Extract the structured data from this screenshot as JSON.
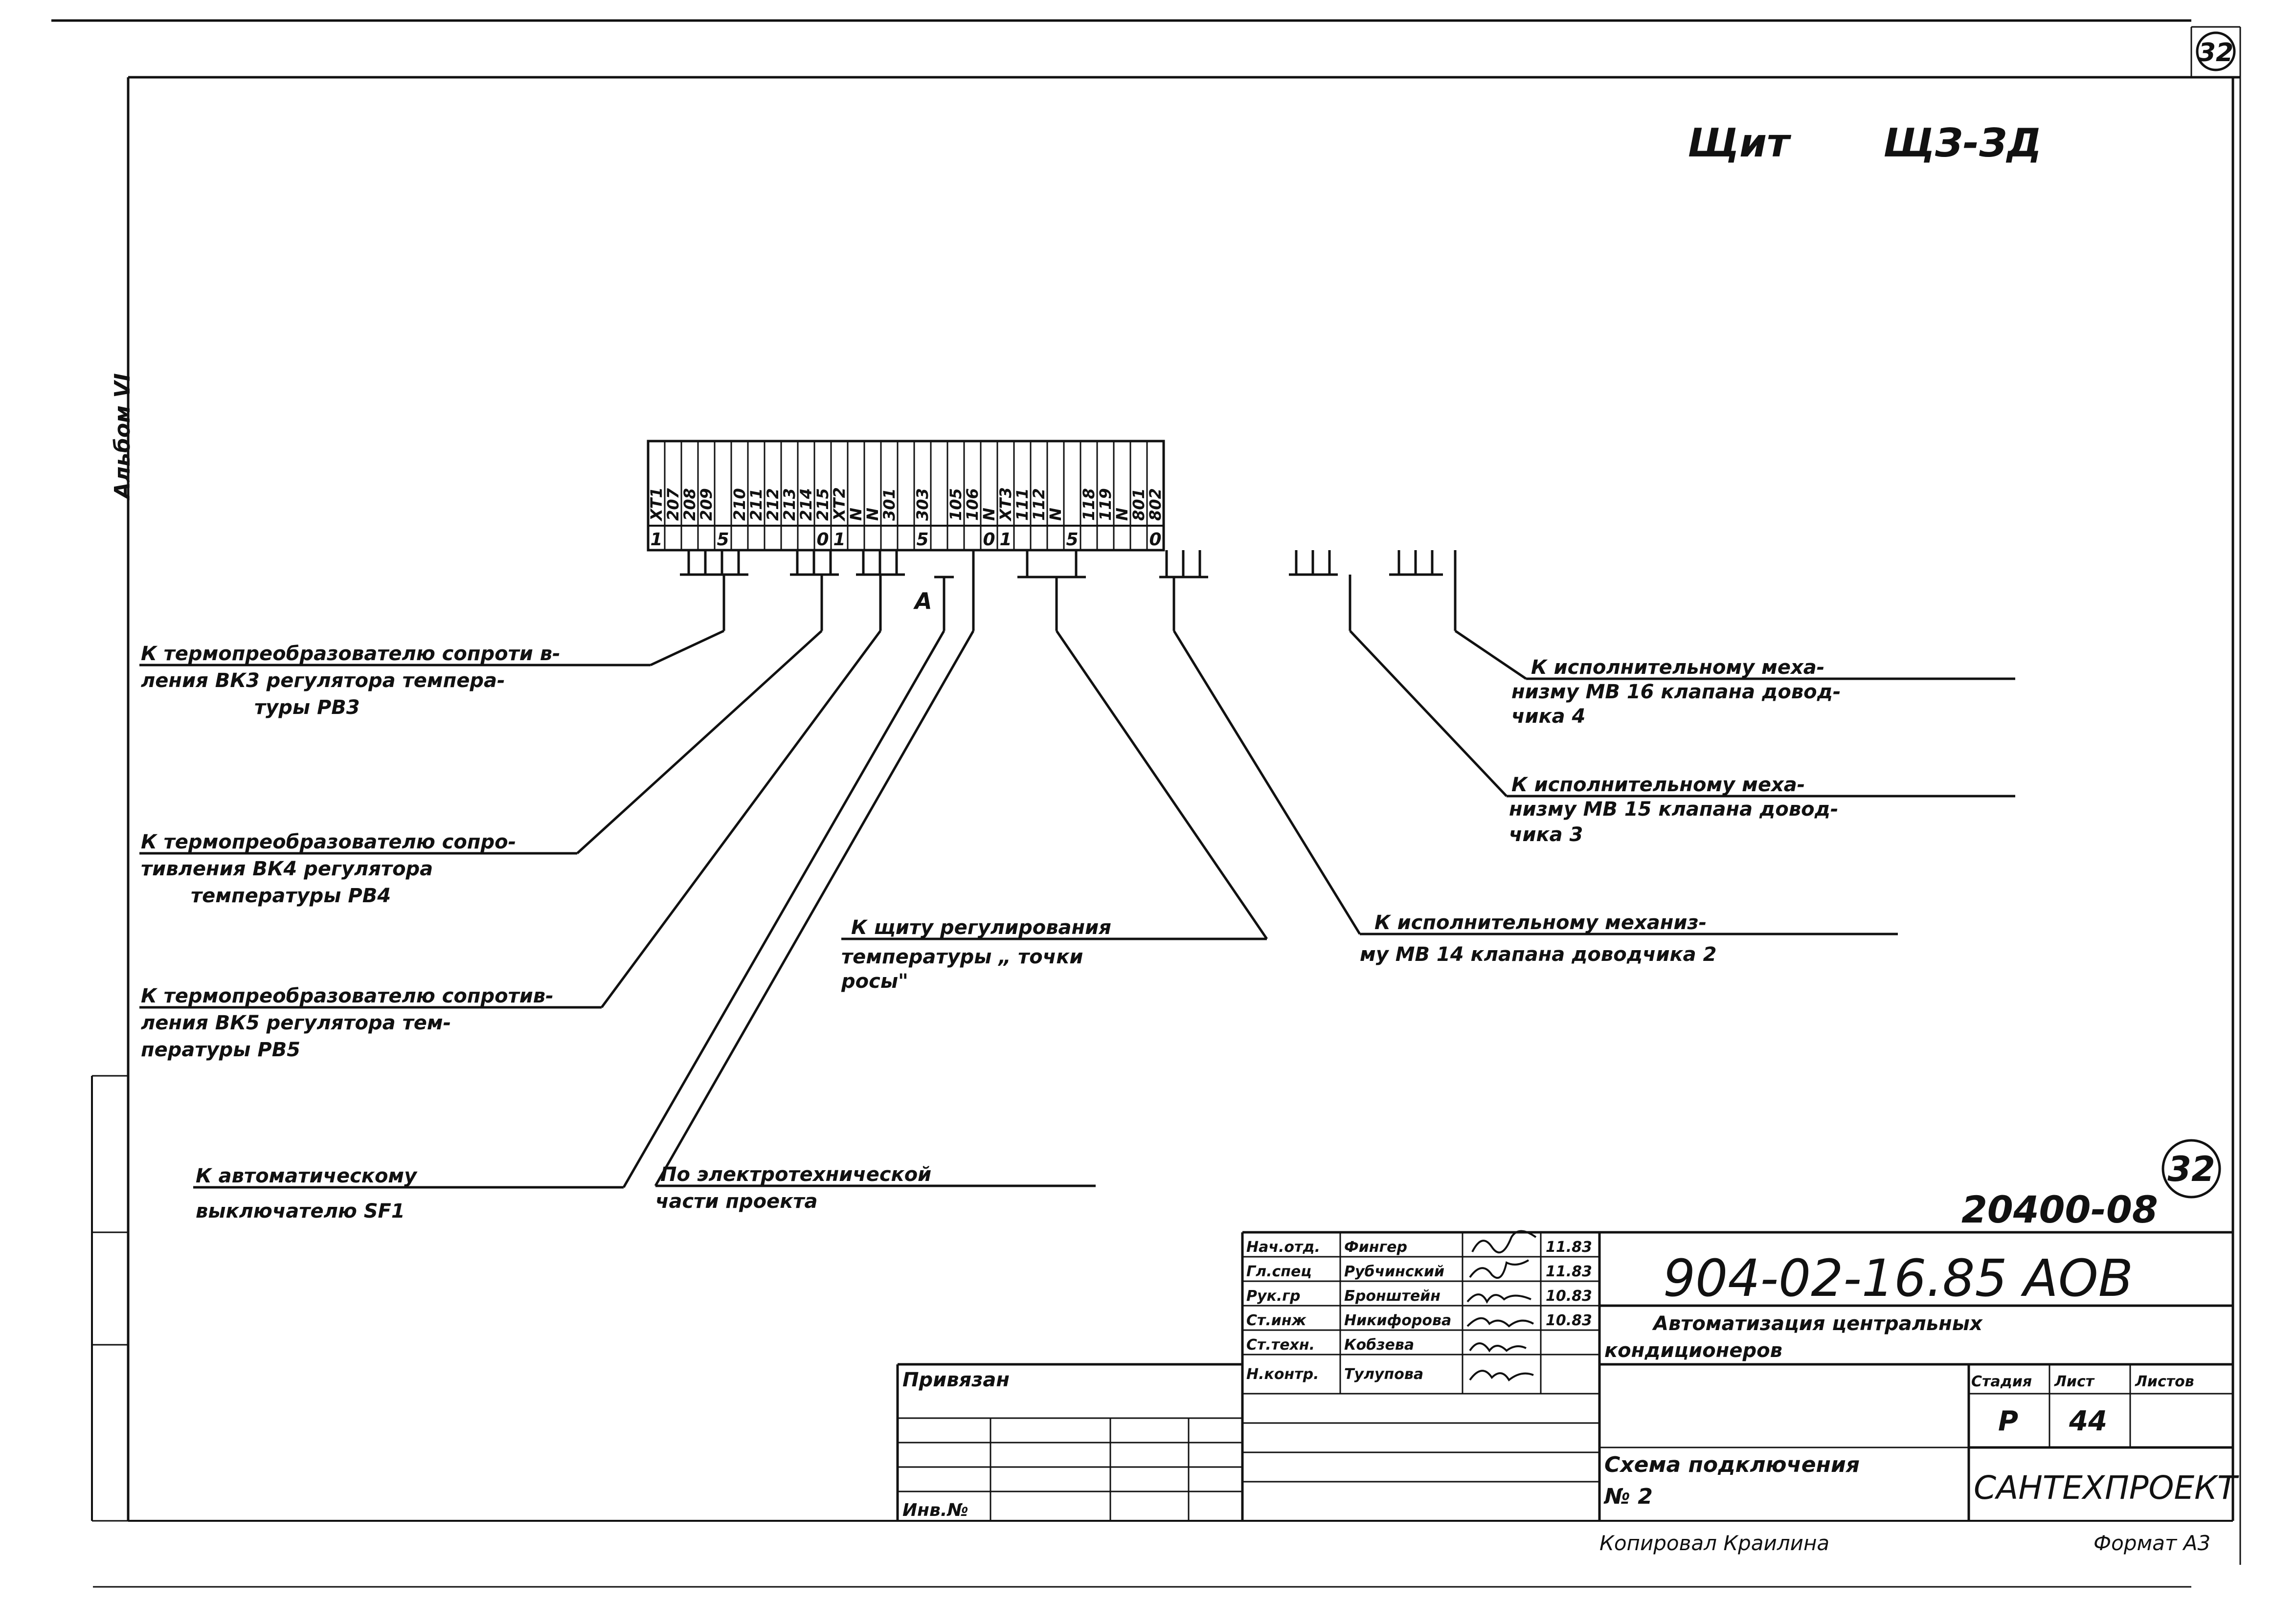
{
  "side_label": "Альбом VI",
  "sheet_no_top": "32",
  "sheet_no_circle": "32",
  "panel": {
    "label": "Щит",
    "code": "ЩЗ-ЗД"
  },
  "terminal_block": {
    "top_labels": [
      "ХТ1",
      "207",
      "208",
      "209",
      "",
      "210",
      "211",
      "212",
      "213",
      "214",
      "215",
      "ХТ2",
      "N",
      "N",
      "301",
      "",
      "303",
      "",
      "105",
      "106",
      "N",
      "ХТ3",
      "111",
      "112",
      "N",
      "",
      "118",
      "119",
      "N",
      "801",
      "802"
    ],
    "bottom_marks": [
      "1",
      "",
      "",
      "",
      "5",
      "",
      "",
      "",
      "",
      "",
      "0",
      "1",
      "",
      "",
      "",
      "",
      "5",
      "",
      "",
      "",
      "0",
      "1",
      "",
      "",
      "",
      "5",
      "",
      "",
      "",
      "",
      "0"
    ]
  },
  "marker_A": "А",
  "connections": [
    {
      "id": "vk3",
      "lines": [
        "К термопреобразователю сопроти в-",
        "ления ВК3  регулятора  темпера-",
        "туры  РВ3"
      ]
    },
    {
      "id": "vk4",
      "lines": [
        "К термопреобразователю сопро-",
        "тивления ВК4  регулятора",
        "температуры  РВ4"
      ]
    },
    {
      "id": "vk5",
      "lines": [
        "К термопреобразователю сопротив-",
        "ления ВК5 регулятора  тем-",
        "пературы  РВ5"
      ]
    },
    {
      "id": "sf1",
      "lines": [
        "К автоматическому",
        "выключателю  SF1"
      ]
    },
    {
      "id": "electro",
      "lines": [
        "По электротехнической",
        "части  проекта"
      ]
    },
    {
      "id": "dew",
      "lines": [
        "К щиту  регулирования",
        "температуры  „ точки",
        "росы\""
      ]
    },
    {
      "id": "mv14",
      "lines": [
        "К исполнительному  механиз-",
        "му  МВ 14 клапана доводчика  2"
      ]
    },
    {
      "id": "mv15",
      "lines": [
        "К исполнительному  меха-",
        "низму  МВ 15  клапана  довод-",
        "чика  3"
      ]
    },
    {
      "id": "mv16",
      "lines": [
        "К исполнительному  меха-",
        "низму  МВ 16  клапана  довод-",
        "чика  4"
      ]
    }
  ],
  "doc_number": "20400-08",
  "title_block": {
    "code": "904-02-16.85  АОВ",
    "project_title_1": "Автоматизация  центральных",
    "project_title_2": "кондиционеров",
    "drawing_title_1": "Схема  подключения",
    "drawing_title_2": "№ 2",
    "organization": "САНТЕХПРОЕКТ",
    "stage_header": "Стадия",
    "sheet_header": "Лист",
    "sheets_header": "Листов",
    "stage": "Р",
    "sheet": "44",
    "sheets": "",
    "signatures": [
      {
        "role": "Нач.отд.",
        "name": "Фингер",
        "date": "11.83"
      },
      {
        "role": "Гл.спец",
        "name": "Рубчинский",
        "date": "11.83"
      },
      {
        "role": "Рук.гр",
        "name": "Бронштейн",
        "date": "10.83"
      },
      {
        "role": "Ст.инж",
        "name": "Никифорова",
        "date": "10.83"
      },
      {
        "role": "Ст.техн.",
        "name": "Кобзева",
        "date": ""
      },
      {
        "role": "Н.контр.",
        "name": "Тулупова",
        "date": ""
      }
    ],
    "attached_label": "Привязан",
    "inv_label": "Инв.№"
  },
  "copied_by": "Копировал  Краилина",
  "format": "Формат  А3"
}
